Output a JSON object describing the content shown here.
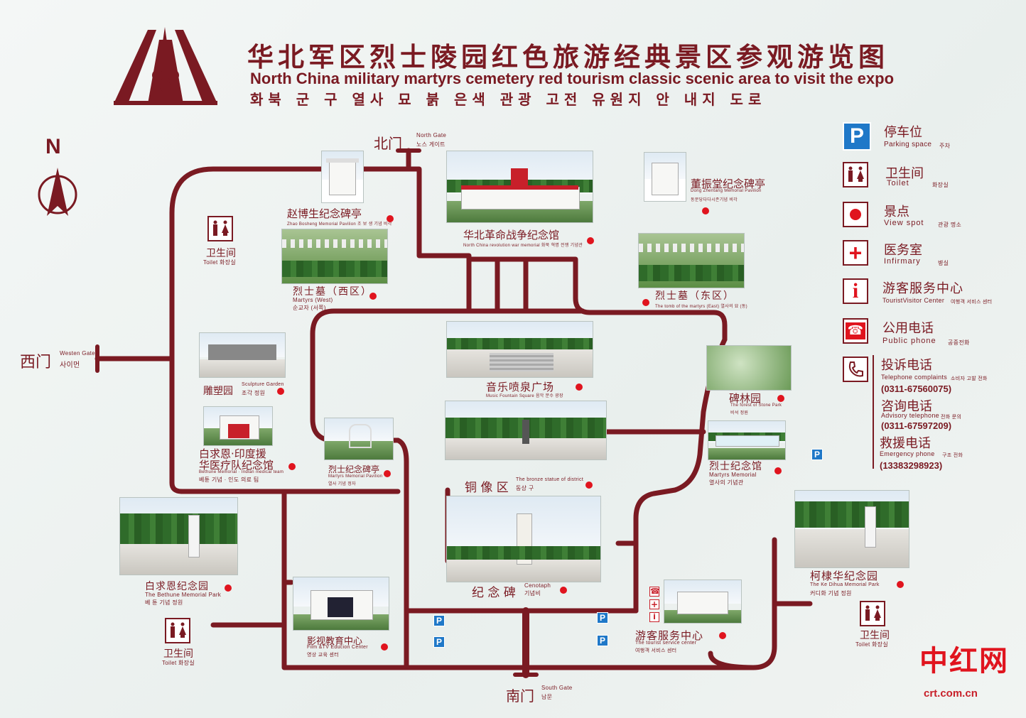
{
  "header": {
    "title_cn": "华北军区烈士陵园红色旅游经典景区参观游览图",
    "title_en": "North China military martyrs cemetery red tourism classic scenic area to visit the expo",
    "title_ko": "화북 군 구 열사 묘 붉 은색 관광 고전 유원지 안 내지 도로"
  },
  "compass": {
    "label": "N",
    "icon": "north-arrow-icon"
  },
  "gates": {
    "north": {
      "cn": "北门",
      "en": "North Gate",
      "ko": "노스 게이트"
    },
    "west": {
      "cn": "西门",
      "en": "Westen Gate",
      "ko": "사이먼"
    },
    "south": {
      "cn": "南门",
      "en": "South Gate",
      "ko": "남문"
    }
  },
  "spots": {
    "zhao": {
      "cn": "赵博生纪念碑亭",
      "en": "Zhao Bosheng Memorial Pavilion  조 보 생 기념 비각"
    },
    "hall": {
      "cn": "华北革命战争纪念馆",
      "en": "North China revolution war memorial  화북 혁명 전쟁 기념관"
    },
    "dong": {
      "cn": "董振堂纪念碑亭",
      "en": "Dong Zhentang Memorial Pavilion",
      "ko": "동문당다다시존기념 비각"
    },
    "martyrs_west": {
      "cn": "烈士墓（西区）",
      "en": "Martyrs (West)",
      "ko": "순교자 (서쪽)"
    },
    "martyrs_east": {
      "cn": "烈士墓（东区）",
      "en": "The tomb of the martyrs (East)  열사의 묘 (동)"
    },
    "sculpture": {
      "cn": "雕塑园",
      "en": "Sculpture Garden",
      "ko": "조각 정원"
    },
    "fountain": {
      "cn": "音乐喷泉广场",
      "en": "Music Fountain Square  음악 분수 광장"
    },
    "forest": {
      "cn": "碑林园",
      "en": "The forest of Stone Park",
      "ko": "비석 정원"
    },
    "bethune_team": {
      "cn1": "白求恩·印度援",
      "cn2": "华医疗队纪念馆",
      "en": "Bethune Memorial · Indian medical team",
      "ko": "베튠 기념  ·  인도 의료 팀"
    },
    "pavilion": {
      "cn": "烈士纪念碑亭",
      "en": "Martyrs Memorial Pavilion",
      "ko": "열사 기념 정자"
    },
    "bronze": {
      "cn": "铜 像 区",
      "en": "The bronze statue of district",
      "ko": "동상 구"
    },
    "museum": {
      "cn": "烈士纪念馆",
      "en": "Martyrs Memorial",
      "ko": "열사의 기념관"
    },
    "bethune_park": {
      "cn": "白求恩纪念园",
      "en": "The Bethune Memorial Park",
      "ko": "베 튠 기념 정원"
    },
    "kedihua": {
      "cn": "柯棣华纪念园",
      "en": "The Ke Dihua Memorial Park",
      "ko": "커디화 기념 정원"
    },
    "cenotaph": {
      "cn": "纪 念 碑",
      "en": "Cenotaph",
      "ko": "기념비"
    },
    "film": {
      "cn": "影视教育中心",
      "en": "Film &TV Educion Center",
      "ko": "영상 교육 센터"
    },
    "service": {
      "cn": "游客服务中心",
      "en": "The tourist service center",
      "ko": "여행객 서비스 센터"
    }
  },
  "toilets": {
    "nw": {
      "cn": "卫生间",
      "en": "Toilet 화장실"
    },
    "sw": {
      "cn": "卫生间",
      "en": "Toilet 화장실"
    },
    "se": {
      "cn": "卫生间",
      "en": "Toilet 화장실"
    }
  },
  "legend": {
    "parking": {
      "cn": "停车位",
      "en": "Parking space",
      "ko": "주차",
      "icon": "P"
    },
    "toilet": {
      "cn": "卫生间",
      "en": "Toilet",
      "ko": "화장실"
    },
    "view": {
      "cn": "景点",
      "en": "View spot",
      "ko": "관광 명소"
    },
    "infirmary": {
      "cn": "医务室",
      "en": "Infirmary",
      "ko": "병실",
      "icon": "+"
    },
    "tourist": {
      "cn": "游客服务中心",
      "en": "TouristVisitor Center",
      "ko": "여행객 서비스 센터",
      "icon": "i"
    },
    "phone": {
      "cn": "公用电话",
      "en": "Public phone",
      "ko": "공중전화"
    },
    "complaints": {
      "cn": "投诉电话",
      "en": "Telephone complaints",
      "ko": "소비자 고발 전화",
      "number": "(0311-67560075)"
    },
    "advisory": {
      "cn": "咨询电话",
      "en": "Advisory telephone",
      "ko": "전화 문의",
      "number": "(0311-67597209)"
    },
    "emergency": {
      "cn": "救援电话",
      "en": "Emergency phone",
      "ko": "구조 전화",
      "number": "(13383298923)"
    }
  },
  "parking_tags": {
    "label": "P"
  },
  "watermark": {
    "cn": "中红网",
    "url": "crt.com.cn"
  },
  "colors": {
    "route": "#7a1a22",
    "dot": "#e0141e",
    "parking": "#1f78c8",
    "accent_red": "#c8202a"
  }
}
